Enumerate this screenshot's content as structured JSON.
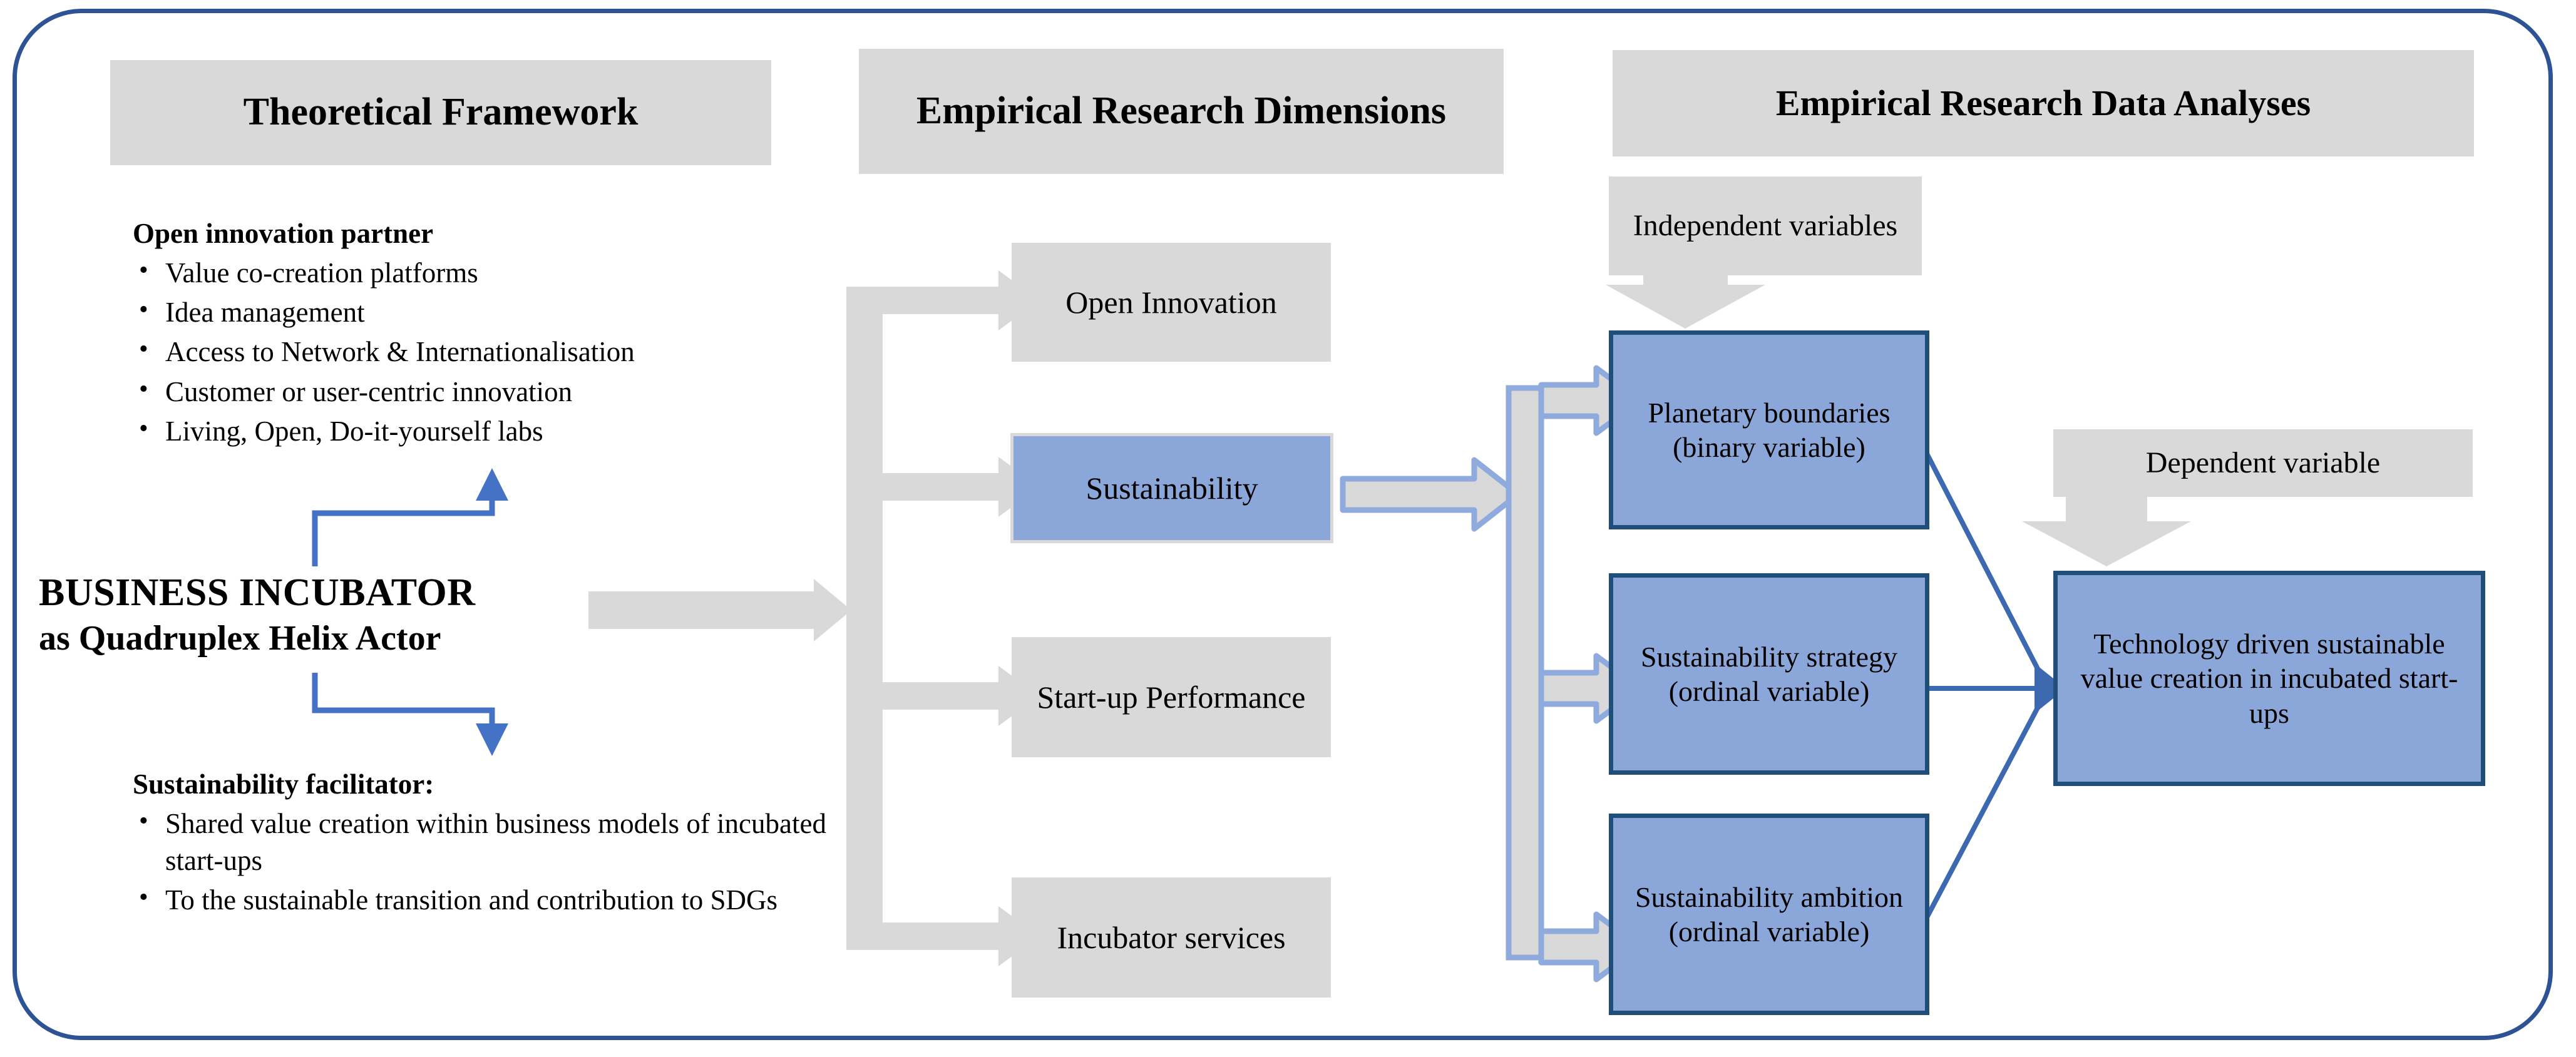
{
  "colors": {
    "frame_border": "#2E5395",
    "gray_box": "#D9D9D9",
    "blue_box_fill": "#8BA6D8",
    "blue_box_border": "#1F4E79",
    "connector_blue": "#4472C4",
    "arrow_gray": "#D9D9D9",
    "arrow_blue_outline": "#8FAADC"
  },
  "columns": {
    "theoretical": {
      "header": "Theoretical Framework",
      "partner": {
        "heading": "Open innovation partner",
        "bullets": [
          "Value co-creation platforms",
          "Idea management",
          "Access to Network & Internationalisation",
          "Customer or user-centric innovation",
          "Living, Open, Do-it-yourself labs"
        ]
      },
      "actor": {
        "line1": "BUSINESS INCUBATOR",
        "line2": "as Quadruplex Helix Actor"
      },
      "facilitator": {
        "heading": "Sustainability facilitator:",
        "bullets": [
          "Shared value creation within business models of incubated start-ups",
          "To the sustainable transition and contribution to SDGs"
        ]
      }
    },
    "dimensions": {
      "header": "Empirical Research Dimensions",
      "items": [
        {
          "label": "Open Innovation",
          "highlight": false
        },
        {
          "label": "Sustainability",
          "highlight": true
        },
        {
          "label": "Start-up Performance",
          "highlight": false
        },
        {
          "label": "Incubator services",
          "highlight": false
        }
      ]
    },
    "analyses": {
      "header": "Empirical Research Data Analyses",
      "independent_label": "Independent variables",
      "dependent_label": "Dependent variable",
      "independent_variables": [
        {
          "label": "Planetary boundaries (binary variable)"
        },
        {
          "label": "Sustainability strategy (ordinal variable)"
        },
        {
          "label": "Sustainability ambition (ordinal variable)"
        }
      ],
      "dependent_variable": {
        "label": "Technology driven sustainable value creation in incubated start-ups"
      }
    }
  }
}
